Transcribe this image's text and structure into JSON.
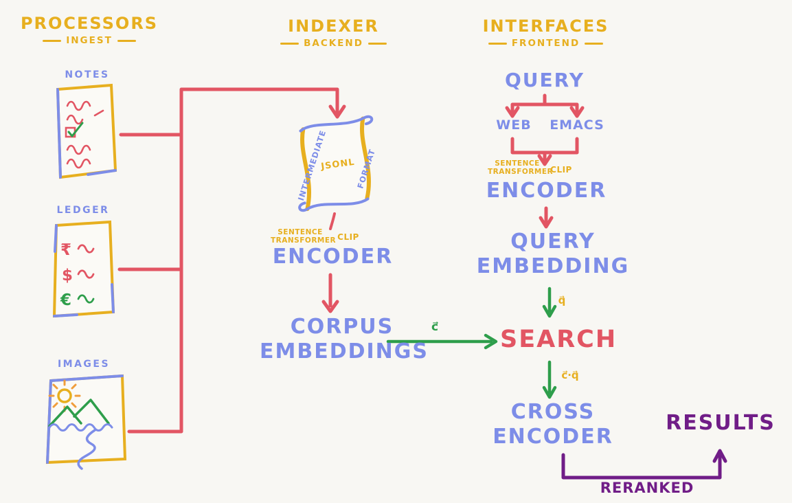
{
  "colors": {
    "bg": "#f8f7f3",
    "yellow": "#e7af1f",
    "blue": "#7d8de8",
    "red": "#e25563",
    "green": "#2e9e4b",
    "purple": "#701d87"
  },
  "headers": {
    "processors": {
      "title": "PROCESSORS",
      "subtitle": "INGEST"
    },
    "indexer": {
      "title": "INDEXER",
      "subtitle": "BACKEND"
    },
    "interfaces": {
      "title": "INTERFACES",
      "subtitle": "FRONTEND"
    }
  },
  "processors": {
    "notes": "NOTES",
    "ledger": "LEDGER",
    "images": "IMAGES",
    "ledger_symbols": [
      "₹",
      "$",
      "€"
    ]
  },
  "indexer": {
    "scroll_left": "INTERMEDIATE",
    "scroll_center": "JSONL",
    "scroll_right": "FORMAT",
    "model_line1": "SENTENCE",
    "model_line2": "TRANSFORMER",
    "model_side": "CLIP",
    "encoder": "ENCODER",
    "corpus_line1": "CORPUS",
    "corpus_line2": "EMBEDDINGS"
  },
  "interfaces": {
    "query": "QUERY",
    "web": "WEB",
    "emacs": "EMACS",
    "model_line1": "SENTENCE",
    "model_line2": "TRANSFORMER",
    "model_side": "CLIP",
    "encoder": "ENCODER",
    "query_embedding_line1": "QUERY",
    "query_embedding_line2": "EMBEDDING",
    "search": "SEARCH",
    "cross_line1": "CROSS",
    "cross_line2": "ENCODER",
    "results": "RESULTS",
    "reranked": "RERANKED"
  },
  "edge_labels": {
    "corpus_vector": "c⃗",
    "query_vector": "q⃗",
    "dot_product": "c⃗·q⃗"
  }
}
